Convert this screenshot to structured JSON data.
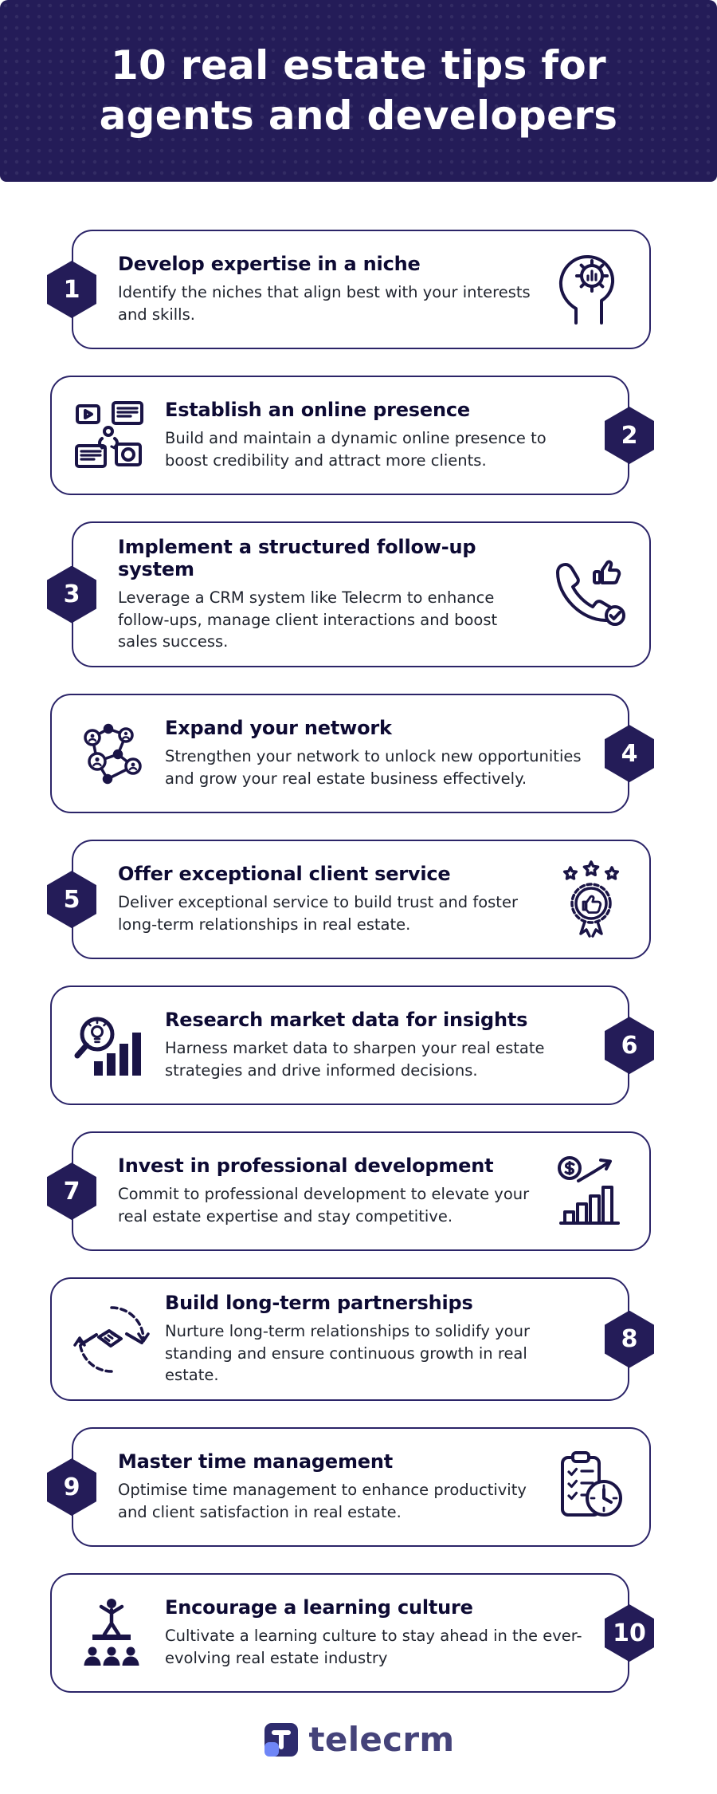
{
  "header": {
    "title_line1": "10 real estate tips for",
    "title_line2": "agents and developers"
  },
  "tips": [
    {
      "number": "1",
      "title": "Develop expertise in a niche",
      "description": "Identify the niches that align best with your interests and skills.",
      "icon": "niche-expertise-icon",
      "badge_side": "left",
      "icon_side": "right"
    },
    {
      "number": "2",
      "title": "Establish an online presence",
      "description": "Build and maintain a dynamic online presence to boost credibility and attract more clients.",
      "icon": "online-presence-icon",
      "badge_side": "right",
      "icon_side": "left"
    },
    {
      "number": "3",
      "title": "Implement a structured follow-up system",
      "description": "Leverage a CRM system like Telecrm to enhance follow-ups, manage client interactions and boost sales success.",
      "icon": "followup-phone-icon",
      "badge_side": "left",
      "icon_side": "right"
    },
    {
      "number": "4",
      "title": "Expand your network",
      "description": "Strengthen your network to unlock new opportunities and grow your real estate business effectively.",
      "icon": "network-icon",
      "badge_side": "right",
      "icon_side": "left"
    },
    {
      "number": "5",
      "title": "Offer exceptional client service",
      "description": "Deliver exceptional service to build trust and foster long-term relationships in real estate.",
      "icon": "client-service-award-icon",
      "badge_side": "left",
      "icon_side": "right"
    },
    {
      "number": "6",
      "title": "Research market data for insights",
      "description": "Harness market data to sharpen your real estate strategies and drive informed decisions.",
      "icon": "market-research-icon",
      "badge_side": "right",
      "icon_side": "left"
    },
    {
      "number": "7",
      "title": "Invest in professional development",
      "description": "Commit to professional development to elevate your real estate expertise and stay competitive.",
      "icon": "professional-growth-icon",
      "badge_side": "left",
      "icon_side": "right"
    },
    {
      "number": "8",
      "title": "Build long-term partnerships",
      "description": "Nurture long-term relationships to solidify your standing and ensure continuous growth in real estate.",
      "icon": "partnership-handshake-icon",
      "badge_side": "right",
      "icon_side": "left"
    },
    {
      "number": "9",
      "title": "Master time management",
      "description": "Optimise time management to enhance productivity and client satisfaction in real estate.",
      "icon": "time-management-icon",
      "badge_side": "left",
      "icon_side": "right"
    },
    {
      "number": "10",
      "title": "Encourage a learning culture",
      "description": "Cultivate a learning culture to stay ahead in the ever-evolving real estate industry",
      "icon": "learning-culture-icon",
      "badge_side": "right",
      "icon_side": "left"
    }
  ],
  "footer": {
    "brand": "telecrm"
  },
  "colors": {
    "header_navy": "#241c58",
    "card_border": "#2b2468",
    "title_ink": "#0d0a33",
    "body_text": "#20242e",
    "brand_text": "#45437a",
    "icon_stroke": "#1a1446"
  }
}
